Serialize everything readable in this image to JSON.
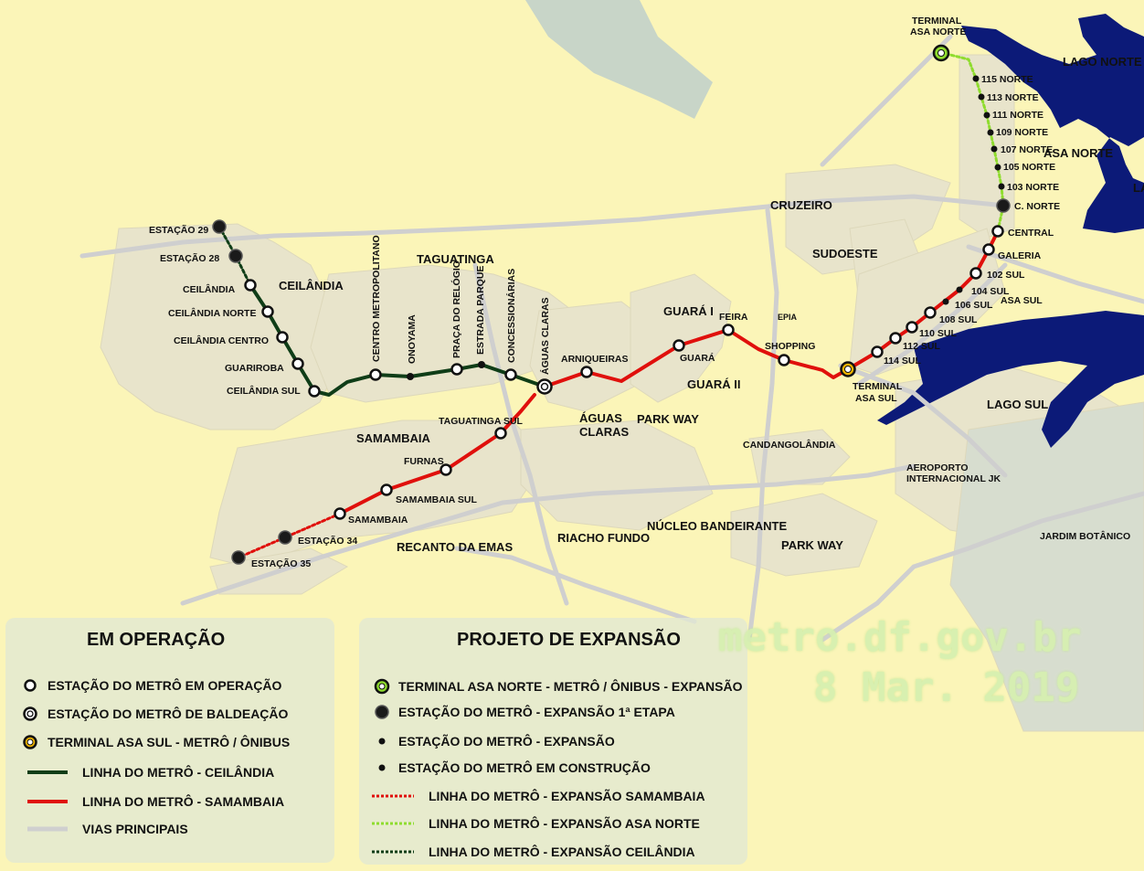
{
  "map": {
    "regions": [
      "CEILÂNDIA",
      "TAGUATINGA",
      "CRUZEIRO",
      "SUDOESTE",
      "GUARÁ I",
      "GUARÁ II",
      "ÁGUAS CLARAS",
      "PARK WAY",
      "SAMAMBAIA",
      "RECANTO DA EMAS",
      "RIACHO FUNDO",
      "NÚCLEO BANDEIRANTE",
      "PARK WAY",
      "CANDANGOLÂNDIA",
      "AEROPORTO",
      "INTERNACIONAL JK",
      "LAGO NORTE",
      "ASA NORTE",
      "ASA SUL",
      "LAGO SUL",
      "JARDIM BOTÂNICO",
      "EPIA",
      "LA"
    ],
    "stations_ceilandia": [
      "ESTAÇÃO 29",
      "ESTAÇÃO 28",
      "CEILÂNDIA",
      "CEILÂNDIA NORTE",
      "CEILÂNDIA CENTRO",
      "GUARIROBA",
      "CEILÂNDIA SUL",
      "CENTRO METROPOLITANO",
      "ONOYAMA",
      "PRAÇA DO RELÓGIO",
      "ESTRADA PARQUE",
      "CONCESSIONÁRIAS",
      "ÁGUAS CLARAS"
    ],
    "stations_samambaia": [
      "TAGUATINGA SUL",
      "FURNAS",
      "SAMAMBAIA SUL",
      "SAMAMBAIA",
      "ESTAÇÃO 34",
      "ESTAÇÃO 35"
    ],
    "stations_main": [
      "ARNIQUEIRAS",
      "GUARÁ",
      "FEIRA",
      "SHOPPING",
      "TERMINAL",
      "ASA SUL",
      "114 SUL",
      "112 SUL",
      "110 SUL",
      "108 SUL",
      "106 SUL",
      "104 SUL",
      "102 SUL",
      "GALERIA",
      "CENTRAL",
      "C. NORTE"
    ],
    "stations_asa_norte": [
      "TERMINAL",
      "ASA NORTE",
      "115 NORTE",
      "113 NORTE",
      "111 NORTE",
      "109 NORTE",
      "107 NORTE",
      "105 NORTE",
      "103 NORTE"
    ]
  },
  "legend_operation": {
    "title": "EM OPERAÇÃO",
    "items": [
      "ESTAÇÃO DO METRÔ EM OPERAÇÃO",
      "ESTAÇÃO DO METRÔ DE BALDEAÇÃO",
      "TERMINAL ASA SUL - METRÔ / ÔNIBUS",
      "LINHA DO METRÔ - CEILÂNDIA",
      "LINHA DO METRÔ - SAMAMBAIA",
      "VIAS PRINCIPAIS"
    ]
  },
  "legend_expansion": {
    "title": "PROJETO DE EXPANSÃO",
    "items": [
      "TERMINAL ASA NORTE - METRÔ / ÔNIBUS - EXPANSÃO",
      "ESTAÇÃO DO METRÔ - EXPANSÃO 1ª ETAPA",
      "ESTAÇÃO DO METRÔ -  EXPANSÃO",
      "ESTAÇÃO DO METRÔ EM CONSTRUÇÃO",
      "LINHA DO METRÔ - EXPANSÃO SAMAMBAIA",
      "LINHA DO METRÔ - EXPANSÃO ASA NORTE",
      "LINHA DO METRÔ - EXPANSÃO CEILÂNDIA"
    ]
  },
  "watermark": {
    "site": "metro.df.gov.br",
    "date": "8 Mar. 2019"
  },
  "colors": {
    "ceilandia_line": "#0f3d17",
    "samambaia_line": "#e0100c",
    "asa_norte_expansion": "#8fdc2e",
    "water": "#0c1a78",
    "roads": "#cfcfcf",
    "urban": "#e6e3c9",
    "background": "#fbf5b8"
  }
}
